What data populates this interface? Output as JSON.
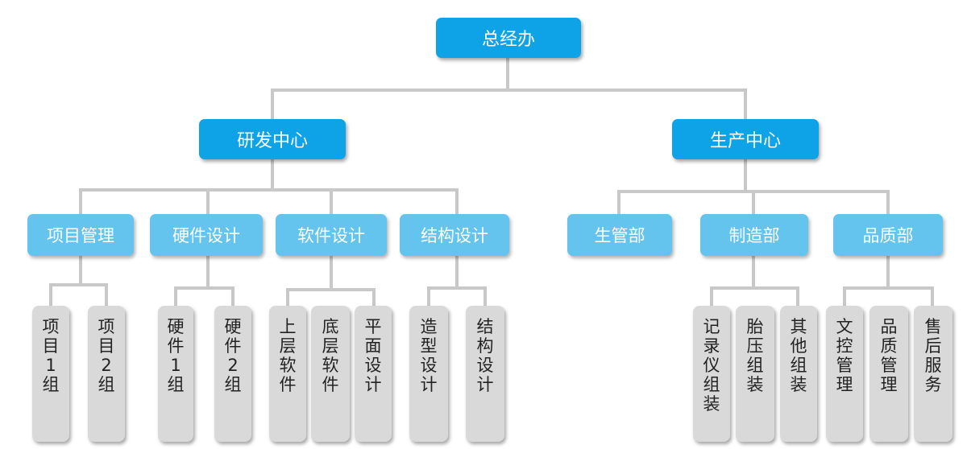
{
  "root": {
    "label": "总经办"
  },
  "centers": [
    {
      "label": "研发中心"
    },
    {
      "label": "生产中心"
    }
  ],
  "departments": [
    {
      "label": "项目管理"
    },
    {
      "label": "硬件设计"
    },
    {
      "label": "软件设计"
    },
    {
      "label": "结构设计"
    },
    {
      "label": "生管部"
    },
    {
      "label": "制造部"
    },
    {
      "label": "品质部"
    }
  ],
  "teams": [
    {
      "label": "项目1组"
    },
    {
      "label": "项目2组"
    },
    {
      "label": "硬件1组"
    },
    {
      "label": "硬件2组"
    },
    {
      "label": "上层软件"
    },
    {
      "label": "底层软件"
    },
    {
      "label": "平面设计"
    },
    {
      "label": "造型设计"
    },
    {
      "label": "结构设计"
    },
    {
      "label": "记录仪组装"
    },
    {
      "label": "胎压组装"
    },
    {
      "label": "其他组装"
    },
    {
      "label": "文控管理"
    },
    {
      "label": "品质管理"
    },
    {
      "label": "售后服务"
    }
  ],
  "colors": {
    "level1": "#0ea2e6",
    "level3": "#64c4ee",
    "level4": "#d9d9d9",
    "connector": "#c8c8c8"
  }
}
